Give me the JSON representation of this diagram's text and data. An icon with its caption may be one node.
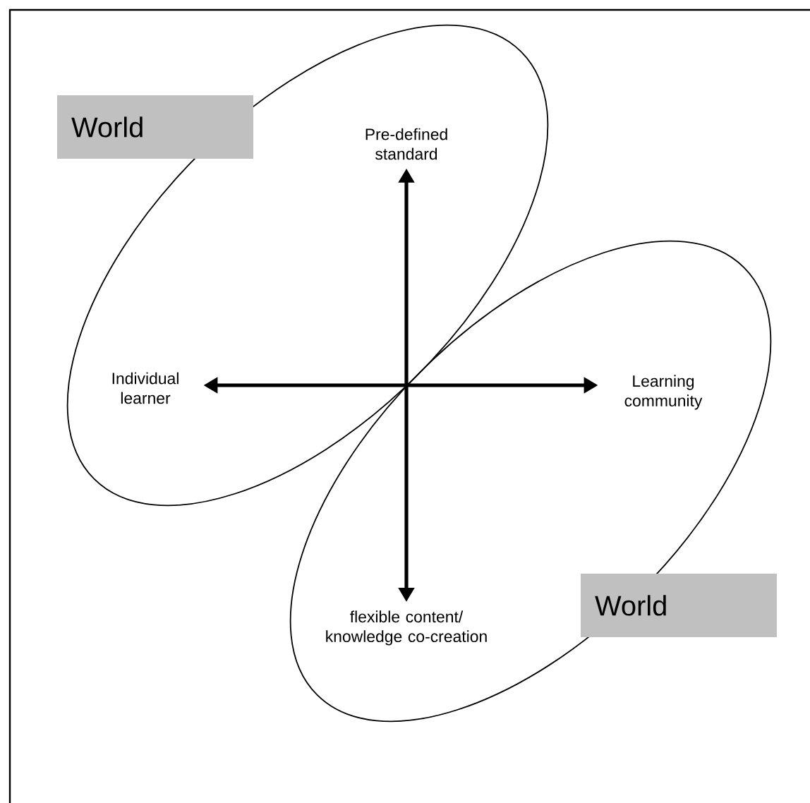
{
  "diagram": {
    "nodes": [
      {
        "text": [
          "World"
        ]
      },
      {
        "text": [
          "Pre-defined standard"
        ]
      },
      {
        "text": [
          "Individual learner"
        ]
      },
      {
        "text": [
          "Learning community"
        ]
      },
      {
        "text": [
          "flexible content/ knowledge co-creation"
        ]
      },
      {
        "text": [
          "World"
        ]
      }
    ],
    "edges": [
      {
        "from": null,
        "to": 1,
        "arrow": "to"
      },
      {
        "from": null,
        "to": 2,
        "arrow": "to"
      },
      {
        "from": null,
        "to": 3,
        "arrow": "to"
      },
      {
        "from": null,
        "to": 4,
        "arrow": "to"
      }
    ]
  }
}
